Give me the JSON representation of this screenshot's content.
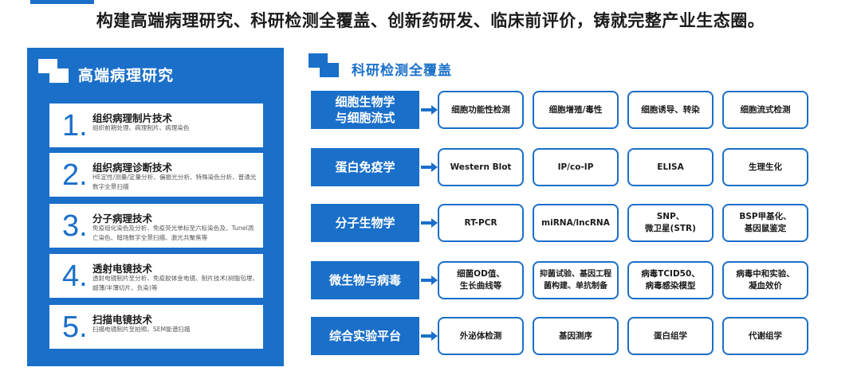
{
  "headline": "构建高端病理研究、科研检测全覆盖、创新药研发、临床前评价，铸就完整产业生态圈。",
  "colors": {
    "brand": "#1a6fc9",
    "panel_text": "#ffffff"
  },
  "left_panel": {
    "title": "高端病理研究",
    "items": [
      {
        "number": "1.",
        "heading": "组织病理制片技术",
        "desc": "组织前期处理、病理制片、病理染色"
      },
      {
        "number": "2.",
        "heading": "组织病理诊断技术",
        "desc": "HE定性/测量/定量分析、偏振光分析、特殊染色分析、普通光数字全景扫描"
      },
      {
        "number": "3.",
        "heading": "分子病理技术",
        "desc": "免疫组化染色及分析、免疫荧光单标至六标染色及、Tunel凋亡染色、暗场数字全景扫描、激光共聚焦等"
      },
      {
        "number": "4.",
        "heading": "透射电镜技术",
        "desc": "透射电镜制片至分析、免疫胶体金电镜、制片技术(树脂包埋、超薄/半薄切片、负染)等"
      },
      {
        "number": "5.",
        "heading": "扫描电镜技术",
        "desc": "扫描电镜制片至拍照、SEM能谱扫描"
      }
    ]
  },
  "right_section": {
    "title": "科研检测全覆盖",
    "rows": [
      {
        "category": "细胞生物学\n与细胞流式",
        "cells": [
          "细胞功能性检测",
          "细胞增殖/毒性",
          "细胞诱导、转染",
          "细胞流式检测"
        ]
      },
      {
        "category": "蛋白免疫学",
        "cells": [
          "Western Blot",
          "IP/co-IP",
          "ELISA",
          "生理生化"
        ]
      },
      {
        "category": "分子生物学",
        "cells": [
          "RT-PCR",
          "miRNA/lncRNA",
          "SNP、\n微卫星(STR)",
          "BSP甲基化、\n基因鼠鉴定"
        ]
      },
      {
        "category": "微生物与病毒",
        "cells": [
          "细菌OD值、\n生长曲线等",
          "抑菌试验、基因工程\n菌构建、单抗制备",
          "病毒TCID50、\n病毒感染模型",
          "病毒中和实验、\n凝血效价"
        ]
      },
      {
        "category": "综合实验平台",
        "cells": [
          "外泌体检测",
          "基因测序",
          "蛋白组学",
          "代谢组学"
        ]
      }
    ]
  }
}
